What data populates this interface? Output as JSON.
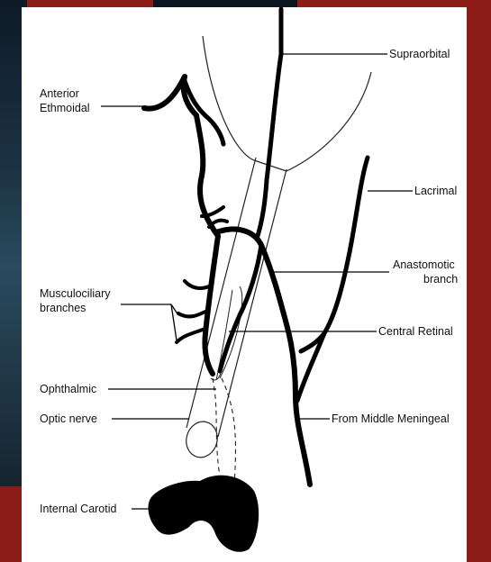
{
  "labels": {
    "supraorbital": "Supraorbital",
    "anterior_ethmoidal_1": "Anterior",
    "anterior_ethmoidal_2": "Ethmoidal",
    "lacrimal": "Lacrimal",
    "anastomotic_1": "Anastomotic",
    "anastomotic_2": "branch",
    "musculociliary_1": "Musculociliary",
    "musculociliary_2": "branches",
    "central_retinal": "Central Retinal",
    "ophthalmic": "Ophthalmic",
    "optic_nerve": "Optic nerve",
    "middle_meningeal": "From Middle Meningeal",
    "internal_carotid": "Internal Carotid"
  }
}
